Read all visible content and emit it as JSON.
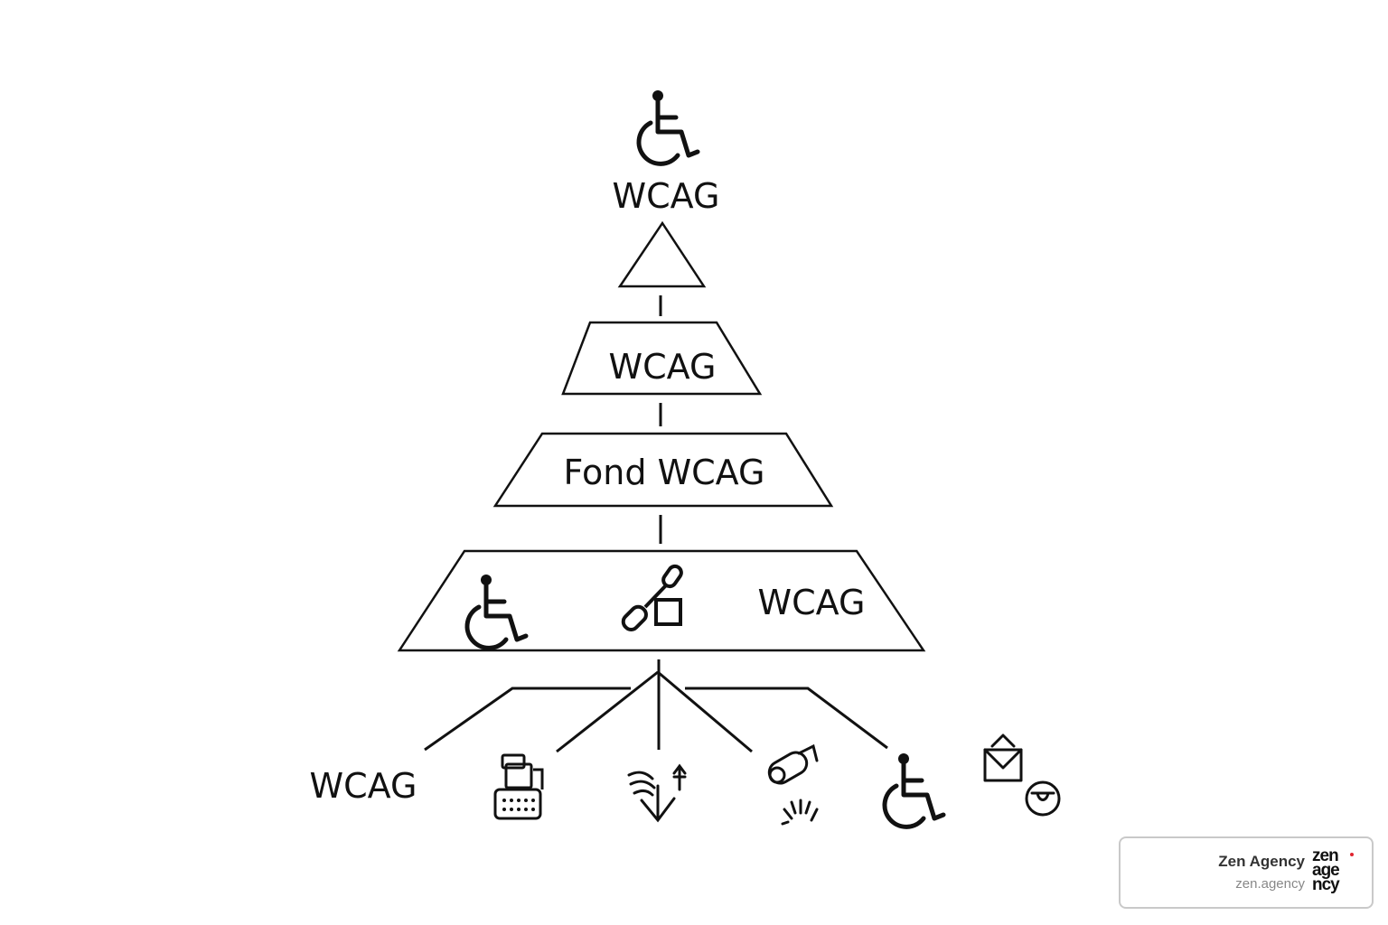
{
  "diagram": {
    "top_label": "WCAG",
    "level2_label": "WCAG",
    "level3_label": "Fond WCAG",
    "level4_label": "WCAG",
    "leaf_label": "WCAG"
  },
  "icons": {
    "top": "wheelchair-icon",
    "level4": [
      "wheelchair-icon",
      "pen-tool-icon"
    ],
    "leaves": [
      "keyboard-device-icon",
      "swipe-gesture-icon",
      "camera-icon",
      "wheelchair-icon",
      "mail-icon"
    ]
  },
  "brand": {
    "name": "Zen Agency",
    "url": "zen.agency",
    "logo_lines": [
      "zen",
      "age",
      "ncy"
    ],
    "accent": "#e0242f"
  }
}
